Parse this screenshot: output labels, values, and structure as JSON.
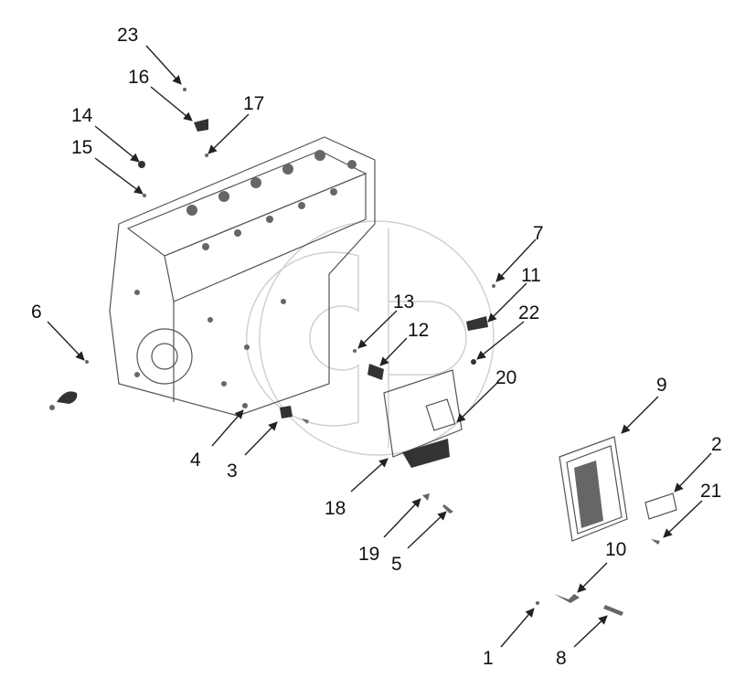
{
  "callouts": [
    "23",
    "16",
    "17",
    "14",
    "15",
    "7",
    "11",
    "22",
    "6",
    "13",
    "12",
    "20",
    "9",
    "2",
    "21",
    "4",
    "3",
    "18",
    "19",
    "5",
    "10",
    "1",
    "8"
  ]
}
